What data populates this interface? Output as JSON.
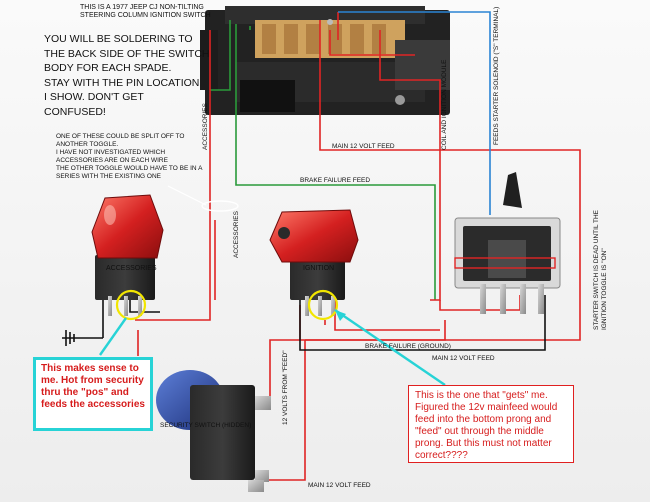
{
  "header": {
    "title_line1": "THIS IS A 1977 JEEP CJ NON-TILTING",
    "title_line2": "STEERING COLUMN IGNITION SWITCH"
  },
  "instructions": {
    "line1": "YOU WILL BE SOLDERING TO",
    "line2": "THE BACK SIDE OF THE SWITCH",
    "line3": "BODY FOR EACH SPADE.",
    "line4": "STAY WITH THE PIN LOCATION",
    "line5": "I SHOW. DON'T GET",
    "line6": "CONFUSED!"
  },
  "split_note": {
    "line1": "ONE OF THESE COULD BE SPLIT OFF TO",
    "line2": "ANOTHER TOGGLE.",
    "line3": "I HAVE NOT INVESTIGATED WHICH",
    "line4": "ACCESSORIES ARE ON EACH WIRE",
    "line5": "THE OTHER TOGGLE WOULD HAVE TO BE IN A",
    "line6": "SERIES WITH THE EXISTING ONE"
  },
  "wire_labels": {
    "accessories_upper": "ACCESSORIES",
    "accessories_mid": "ACCESSORIES",
    "coil_ignition": "COIL AND IGNITION MODULE",
    "starter_solenoid": "FEEDS STARTER SOLENOID (\"S\" TERMINAL)",
    "main_feed_top": "MAIN 12 VOLT FEED",
    "brake_failure_feed": "BRAKE FAILURE FEED",
    "brake_failure_ground": "BRAKE FAILURE (GROUND)",
    "main_feed_right": "MAIN 12 VOLT FEED",
    "main_feed_bottom": "MAIN 12 VOLT FEED",
    "twelve_volts_from_feed": "12 VOLTS FROM \"FEED\"",
    "starter_note_line1": "STARTER SWITCH IS DEAD UNTIL THE",
    "starter_note_line2": "IGNITION TOGGLE IS \"ON\""
  },
  "switch_labels": {
    "accessories": "ACCESSORIES",
    "ignition": "IGNITION",
    "security": "SECURITY SWITCH (HIDDEN)"
  },
  "callouts": {
    "left": "This makes sense to me. Hot from security thru the \"pos\" and feeds the accessories",
    "right": "This is the one that \"gets\" me. Figured the 12v mainfeed would feed into the bottom prong and \"feed\" out through the middle prong. But this must not matter correct????"
  },
  "colors": {
    "red_wire": "#e02424",
    "green_wire": "#2a9a3a",
    "blue_wire": "#2a84d4",
    "black_wire": "#111111",
    "highlight_circle": "#f2e600",
    "cyan_box": "#27d3d6",
    "toggle_red": "#d42020",
    "toggle_blue": "#2a49a8"
  }
}
